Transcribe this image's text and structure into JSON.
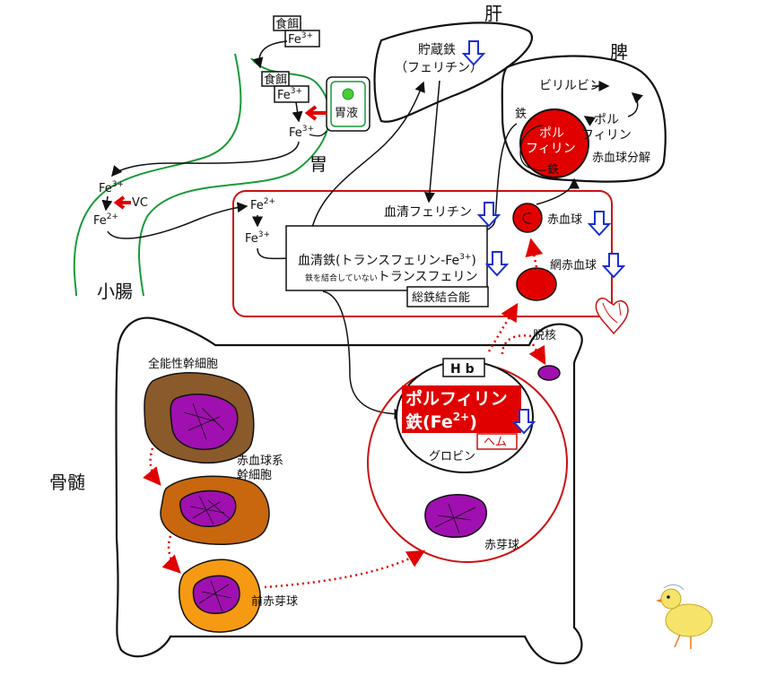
{
  "organs": {
    "liver": "肝",
    "spleen": "脾",
    "stomach": "胃",
    "small_intestine": "小腸",
    "bone_marrow": "骨髄"
  },
  "diet": {
    "label1": "食餌",
    "label2": "食餌",
    "fe_base": "Fe",
    "fe3_sup": "3+",
    "fe2_sup": "2+"
  },
  "stomach": {
    "gastric_juice": "胃液"
  },
  "intestine": {
    "vc": "VC"
  },
  "liver": {
    "storage_line1": "貯蔵鉄",
    "storage_line2": "（フェリチン）"
  },
  "spleen": {
    "bilirubin": "ビリルビン",
    "iron": "鉄",
    "porphyrin_line1": "ポル",
    "porphyrin_line2": "フィリン",
    "porphyrin_out_line1": "ポル",
    "porphyrin_out_line2": "フィリン",
    "iron_in_cell": "鉄",
    "rbc_breakdown": "赤血球分解"
  },
  "blood": {
    "serum_ferritin": "血清フェリチン",
    "serum_iron": "血清鉄(トランスフェリン-Fe",
    "serum_iron_sup": "3+",
    "serum_iron_end": ")",
    "unbound_small": "鉄を結合していない",
    "unbound_rest": "トランスフェリン",
    "tibc": "総鉄結合能",
    "rbc": "赤血球",
    "reticulocyte": "網赤血球"
  },
  "marrow": {
    "denucleation": "脱核",
    "stem_cell": "全能性幹細胞",
    "erythroid_line1": "赤血球系",
    "erythroid_line2": "幹細胞",
    "proerythroblast": "前赤芽球",
    "erythroblast": "赤芽球",
    "hb": "H b",
    "porphyrin_iron_line1": "ポルフィリン",
    "porphyrin_iron_line2": "鉄(Fe",
    "porphyrin_iron_sup": "2+",
    "porphyrin_iron_end": ")",
    "heme": "ヘム",
    "globin": "グロビン"
  },
  "colors": {
    "red": "#e10000",
    "dark_red": "#cc1111",
    "green": "#1a9a3a",
    "blue_arrow": "#1a2fd0",
    "purple": "#a010b0",
    "brown": "#8a5a2b",
    "orange_brown": "#c8670e",
    "orange": "#f59a12"
  }
}
